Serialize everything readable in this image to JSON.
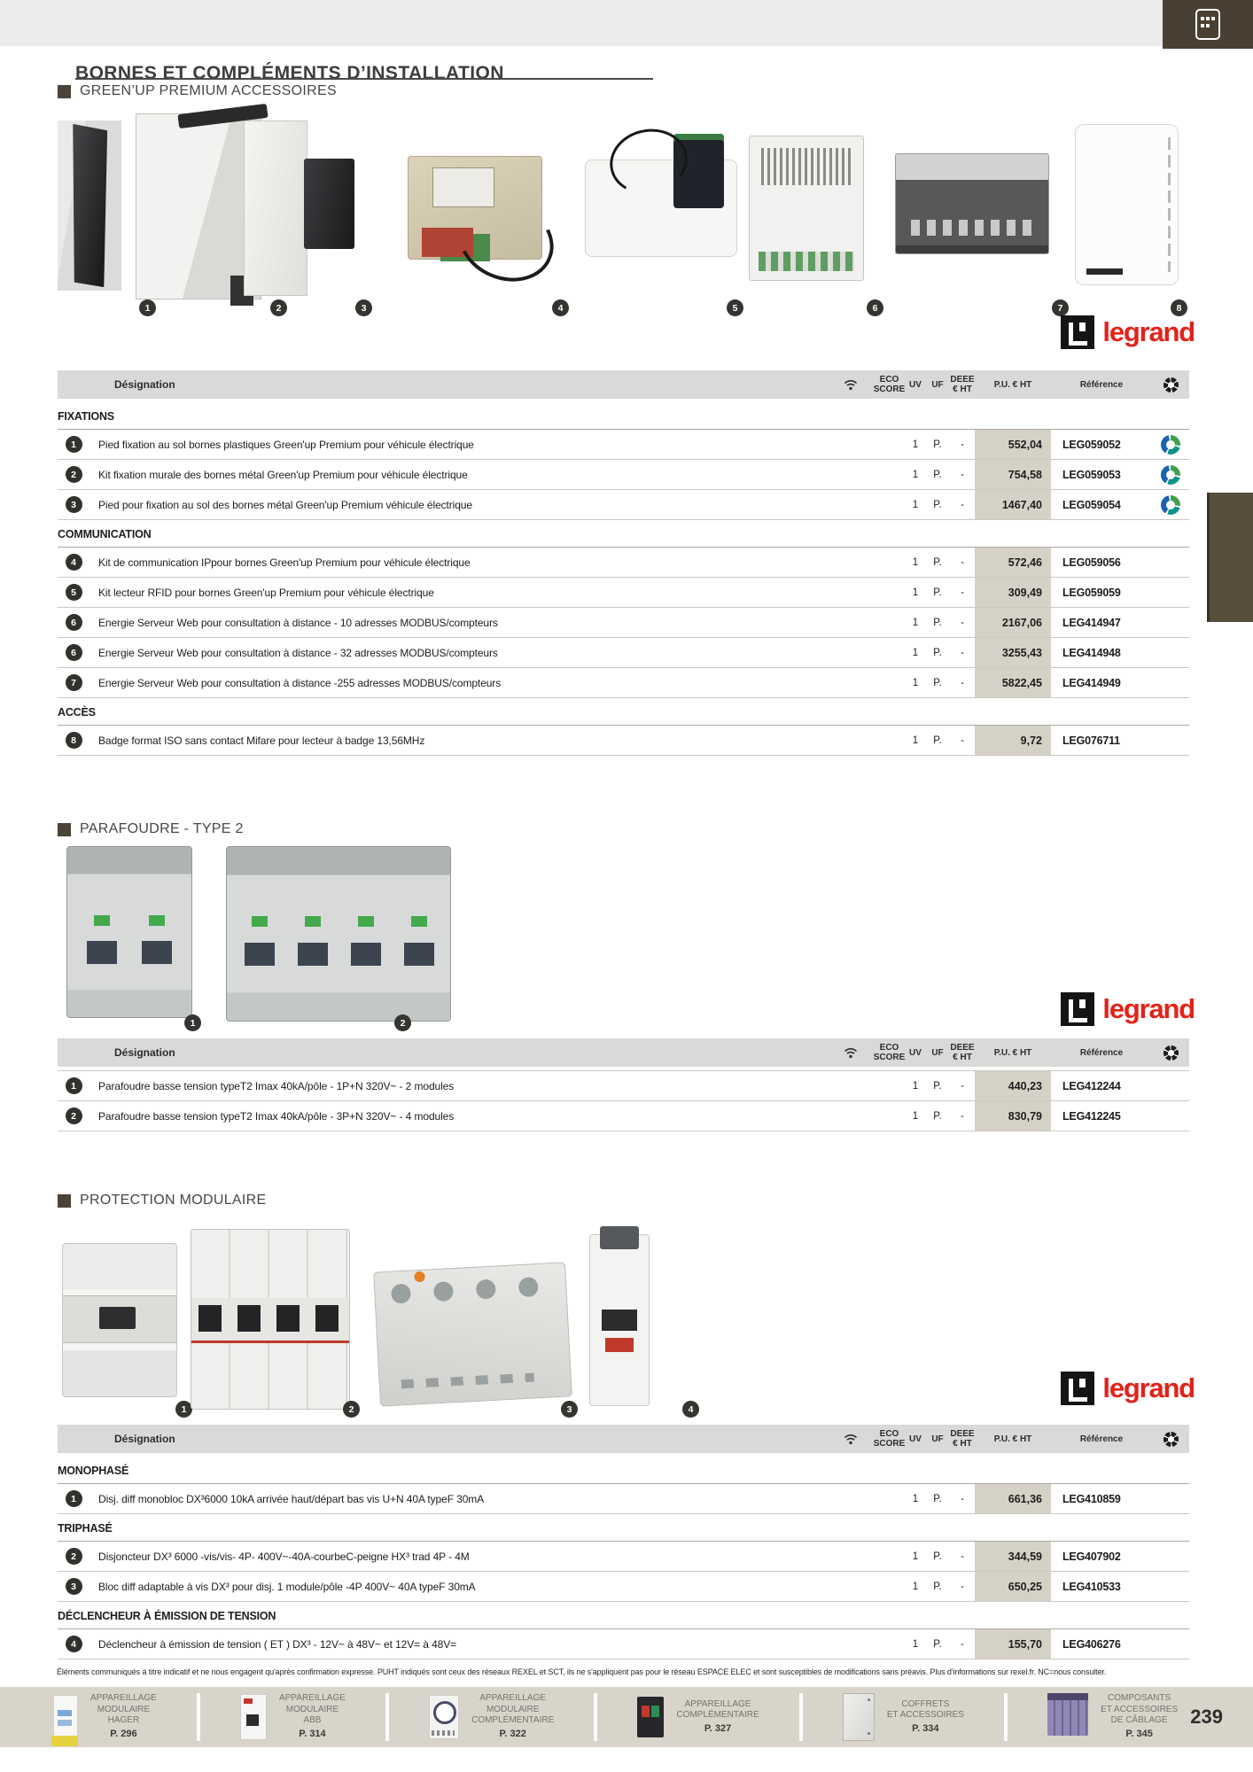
{
  "page": {
    "title": "BORNES ET COMPLÉMENTS D’INSTALLATION",
    "page_number": "239"
  },
  "brand": {
    "name": "Legrand",
    "wordmark": "legrand",
    "accent": "#e2231a"
  },
  "colors": {
    "price_column_bg": "#d6d1c6",
    "table_header_bg": "#d9d9d7",
    "footer_bg": "#d8d4ca",
    "corner_tab": "#494033",
    "side_tab": "#574f3c",
    "eco_green": "#3fa14c",
    "eco_teal": "#0e9488",
    "eco_blue": "#1b63ae"
  },
  "table_header": {
    "designation": "Désignation",
    "eco_score": "ECO SCORE",
    "uv": "UV",
    "uf": "UF",
    "deee": "DEEE € HT",
    "pu": "P.U. € HT",
    "reference": "Référence"
  },
  "sections": [
    {
      "heading": "GREEN’UP PREMIUM ACCESSOIRES",
      "products": [
        {
          "num": "1",
          "shape": "floor-pedestal-plastic"
        },
        {
          "num": "2",
          "shape": "wall-kit-metal"
        },
        {
          "num": "3",
          "shape": "floor-pedestal-metal"
        },
        {
          "num": "4",
          "shape": "ip-kit"
        },
        {
          "num": "5",
          "shape": "rfid-kit"
        },
        {
          "num": "6",
          "shape": "web-server-din"
        },
        {
          "num": "7",
          "shape": "web-server-box"
        },
        {
          "num": "8",
          "shape": "iso-badge"
        }
      ],
      "table": {
        "groups": [
          {
            "label": "FIXATIONS",
            "rows": [
              {
                "num": "1",
                "designation": "Pied fixation au sol bornes plastiques Green'up Premium pour véhicule électrique",
                "uv": "1",
                "uf": "P.",
                "deee": "-",
                "price": "552,04",
                "ref": "LEG059052",
                "eco": true
              },
              {
                "num": "2",
                "designation": "Kit fixation murale des bornes métal Green'up Premium pour véhicule électrique",
                "uv": "1",
                "uf": "P.",
                "deee": "-",
                "price": "754,58",
                "ref": "LEG059053",
                "eco": true
              },
              {
                "num": "3",
                "designation": "Pied pour fixation au sol des bornes métal Green'up Premium véhicule électrique",
                "uv": "1",
                "uf": "P.",
                "deee": "-",
                "price": "1467,40",
                "ref": "LEG059054",
                "eco": true
              }
            ]
          },
          {
            "label": "COMMUNICATION",
            "rows": [
              {
                "num": "4",
                "designation": "Kit de communication IPpour bornes Green'up Premium pour véhicule électrique",
                "uv": "1",
                "uf": "P.",
                "deee": "-",
                "price": "572,46",
                "ref": "LEG059056",
                "eco": false
              },
              {
                "num": "5",
                "designation": "Kit lecteur RFID pour bornes Green'up Premium pour véhicule électrique",
                "uv": "1",
                "uf": "P.",
                "deee": "-",
                "price": "309,49",
                "ref": "LEG059059",
                "eco": false
              },
              {
                "num": "6",
                "designation": "Energie Serveur Web pour consultation à distance - 10 adresses MODBUS/compteurs",
                "uv": "1",
                "uf": "P.",
                "deee": "-",
                "price": "2167,06",
                "ref": "LEG414947",
                "eco": false
              },
              {
                "num": "6",
                "designation": "Energie Serveur Web pour consultation à distance - 32 adresses MODBUS/compteurs",
                "uv": "1",
                "uf": "P.",
                "deee": "-",
                "price": "3255,43",
                "ref": "LEG414948",
                "eco": false
              },
              {
                "num": "7",
                "designation": "Energie Serveur Web pour consultation à distance -255 adresses MODBUS/compteurs",
                "uv": "1",
                "uf": "P.",
                "deee": "-",
                "price": "5822,45",
                "ref": "LEG414949",
                "eco": false
              }
            ]
          },
          {
            "label": "ACCÈS",
            "rows": [
              {
                "num": "8",
                "designation": "Badge format ISO sans contact Mifare pour lecteur à badge 13,56MHz",
                "uv": "1",
                "uf": "P.",
                "deee": "-",
                "price": "9,72",
                "ref": "LEG076711",
                "eco": false
              }
            ]
          }
        ]
      }
    },
    {
      "heading": "PARAFOUDRE - TYPE 2",
      "products": [
        {
          "num": "1",
          "shape": "surge-2p"
        },
        {
          "num": "2",
          "shape": "surge-4p"
        }
      ],
      "table": {
        "groups": [
          {
            "label": "",
            "rows": [
              {
                "num": "1",
                "designation": "Parafoudre basse tension typeT2 Imax 40kA/pôle - 1P+N 320V~ - 2 modules",
                "uv": "1",
                "uf": "P.",
                "deee": "-",
                "price": "440,23",
                "ref": "LEG412244",
                "eco": false
              },
              {
                "num": "2",
                "designation": "Parafoudre basse tension typeT2 Imax 40kA/pôle - 3P+N 320V~ - 4 modules",
                "uv": "1",
                "uf": "P.",
                "deee": "-",
                "price": "830,79",
                "ref": "LEG412245",
                "eco": false
              }
            ]
          }
        ]
      }
    },
    {
      "heading": "PROTECTION MODULAIRE",
      "products": [
        {
          "num": "1",
          "shape": "breaker-2p"
        },
        {
          "num": "2",
          "shape": "breaker-4p"
        },
        {
          "num": "3",
          "shape": "diff-block"
        },
        {
          "num": "4",
          "shape": "contactor"
        }
      ],
      "table": {
        "groups": [
          {
            "label": "MONOPHASÉ",
            "rows": [
              {
                "num": "1",
                "designation": "Disj. diff monobloc DX³6000 10kA arrivée haut/départ bas vis U+N 40A typeF 30mA",
                "uv": "1",
                "uf": "P.",
                "deee": "-",
                "price": "661,36",
                "ref": "LEG410859",
                "eco": false
              }
            ]
          },
          {
            "label": "TRIPHASÉ",
            "rows": [
              {
                "num": "2",
                "designation": "Disjoncteur DX³ 6000 -vis/vis- 4P- 400V~-40A-courbeC-peigne HX³ trad 4P - 4M",
                "uv": "1",
                "uf": "P.",
                "deee": "-",
                "price": "344,59",
                "ref": "LEG407902",
                "eco": false
              },
              {
                "num": "3",
                "designation": "Bloc diff adaptable à vis DX³ pour disj. 1 module/pôle -4P 400V~ 40A typeF 30mA",
                "uv": "1",
                "uf": "P.",
                "deee": "-",
                "price": "650,25",
                "ref": "LEG410533",
                "eco": false
              }
            ]
          },
          {
            "label": "DÉCLENCHEUR À ÉMISSION DE TENSION",
            "rows": [
              {
                "num": "4",
                "designation": "Déclencheur à émission de tension ( ET ) DX³ - 12V~ à 48V~ et 12V= à 48V=",
                "uv": "1",
                "uf": "P.",
                "deee": "-",
                "price": "155,70",
                "ref": "LEG406276",
                "eco": false
              }
            ]
          }
        ]
      }
    }
  ],
  "disclaimer": "Éléments communiqués à titre indicatif et ne nous engagent qu'après confirmation expresse. PUHT indiqués sont ceux des réseaux REXEL et SCT, ils ne s'appliquent pas pour le réseau ESPACE ELEC et sont susceptibles de modifications sans préavis. Plus d'informations sur rexel.fr. NC=nous consulter.",
  "footer": {
    "page_number": "239",
    "items": [
      {
        "lines": [
          "APPAREILLAGE",
          "MODULAIRE",
          "HAGER"
        ],
        "page": "P. 296",
        "thumb": "thumb-breaker-hager"
      },
      {
        "lines": [
          "APPAREILLAGE",
          "MODULAIRE",
          "ABB"
        ],
        "page": "P. 314",
        "thumb": "thumb-breaker-abb"
      },
      {
        "lines": [
          "APPAREILLAGE",
          "MODULAIRE",
          "COMPLÉMENTAIRE"
        ],
        "page": "P. 322",
        "thumb": "thumb-timer"
      },
      {
        "lines": [
          "APPAREILLAGE",
          "COMPLÉMENTAIRE"
        ],
        "page": "P. 327",
        "thumb": "thumb-motor-breaker"
      },
      {
        "lines": [
          "COFFRETS",
          "ET ACCESSOIRES"
        ],
        "page": "P. 334",
        "thumb": "thumb-enclosure"
      },
      {
        "lines": [
          "COMPOSANTS",
          "ET ACCESSOIRES",
          "DE CÂBLAGE"
        ],
        "page": "P. 345",
        "thumb": "thumb-terminal-blocks"
      }
    ]
  }
}
